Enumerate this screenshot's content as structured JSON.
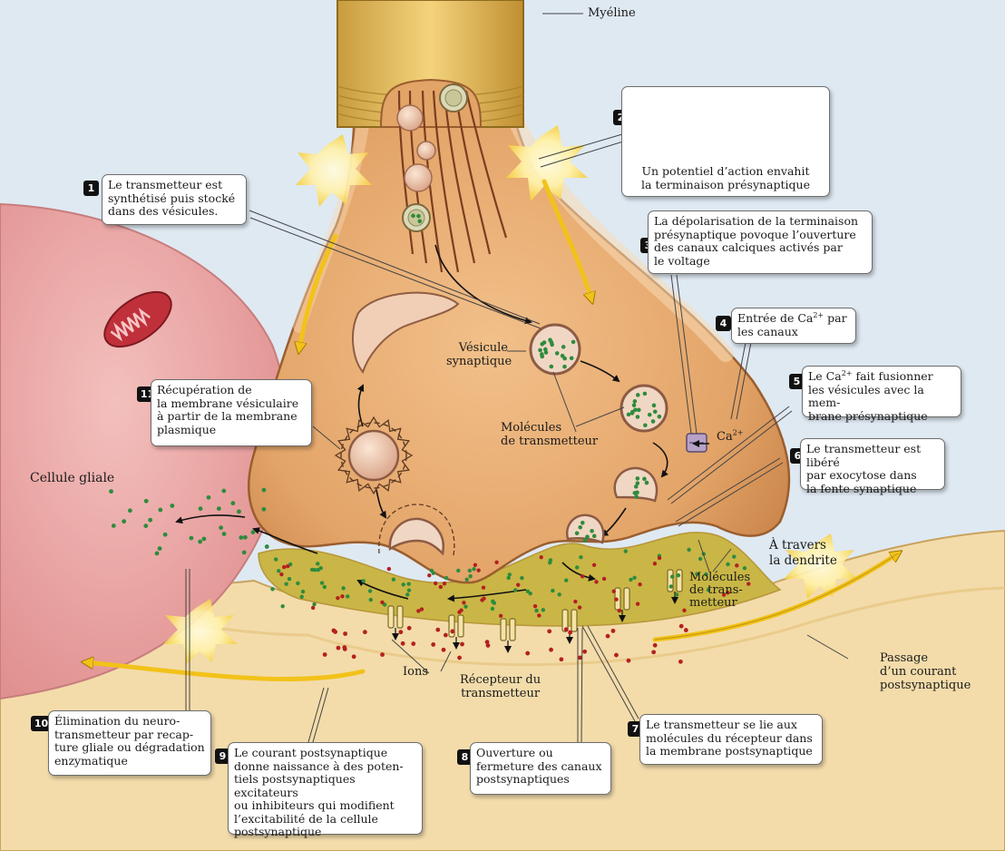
{
  "labels": {
    "myeline": "Myéline",
    "vesicule": "Vésicule\nsynaptique",
    "molecules1": "Molécules\nde transmetteur",
    "ca": "Ca",
    "ca_sup": "2+",
    "glial": "Cellule gliale",
    "travers": "À travers\nla dendrite",
    "molecules2": "Molécules\nde trans-\nmetteur",
    "passage": "Passage\nd’un courant\npostsynaptique",
    "ions": "Ions",
    "recepteur": "Récepteur du\ntransmetteur"
  },
  "steps": [
    {
      "n": "1",
      "text": "Le transmetteur est\nsynthétisé puis stocké\ndans des vésicules."
    },
    {
      "n": "2",
      "text": "Un potentiel d’action envahit\nla terminaison présynaptique"
    },
    {
      "n": "3",
      "text": "La dépolarisation de la terminaison\nprésynaptique povoque l’ouverture\ndes canaux calciques activés par\nle voltage"
    },
    {
      "n": "4",
      "pre": "Entrée de Ca",
      "sup": "2+",
      "post": " par\nles canaux"
    },
    {
      "n": "5",
      "pre": "Le Ca",
      "sup": "2+",
      "post": " fait fusionner\nles vésicules avec la mem-\nbrane présynaptique"
    },
    {
      "n": "6",
      "text": "Le transmetteur est libéré\npar exocytose dans\nla fente synaptique"
    },
    {
      "n": "7",
      "text": "Le transmetteur se lie aux\nmolécules du récepteur dans\nla membrane postsynaptique"
    },
    {
      "n": "8",
      "text": "Ouverture ou\nfermeture des canaux\npostsynaptiques"
    },
    {
      "n": "9",
      "text": "Le courant postsynaptique\ndonne naissance à des poten-\ntiels postsynaptiques excitateurs\nou inhibiteurs qui modifient\nl’excitabilité de la cellule\npostsynaptique"
    },
    {
      "n": "10",
      "text": "Élimination du neuro-\ntransmetteur par recap-\nture gliale ou dégradation\nenzymatique"
    },
    {
      "n": "11",
      "text": "Récupération de\nla membrane vésiculaire\nà partir de la membrane\nplasmique"
    }
  ],
  "colors": {
    "background": "#dfe9f2",
    "terminal": "#e6a86a",
    "dendrite": "#f3dcaa",
    "glia": "#eba3a2",
    "cleft": "#c9b646",
    "transmitter": "#2e8b3e",
    "ion": "#b42020"
  }
}
